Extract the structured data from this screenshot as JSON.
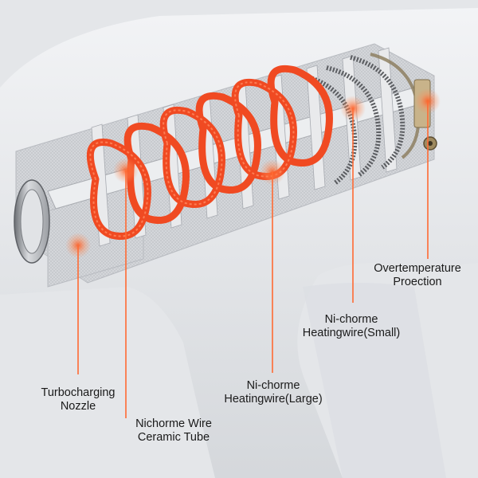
{
  "diagram": {
    "callouts": [
      {
        "id": "turbocharging-nozzle",
        "lines": [
          "Turbocharging",
          "Nozzle"
        ]
      },
      {
        "id": "nichorme-wire-ceramic-tube",
        "lines": [
          "Nichorme Wire",
          "Ceramic Tube"
        ]
      },
      {
        "id": "heatingwire-large",
        "lines": [
          "Ni-chorme",
          "Heatingwire(Large)"
        ]
      },
      {
        "id": "heatingwire-small",
        "lines": [
          "Ni-chorme",
          "Heatingwire(Small)"
        ]
      },
      {
        "id": "overtemperature-protection",
        "lines": [
          "Overtemperature",
          "Proection"
        ]
      }
    ],
    "colors": {
      "accent": "#ff5a1f",
      "leader_line": "#ff6a33",
      "coil": "#f04a22",
      "mesh": "#d2d4d8",
      "text": "#1a1a1a"
    }
  }
}
